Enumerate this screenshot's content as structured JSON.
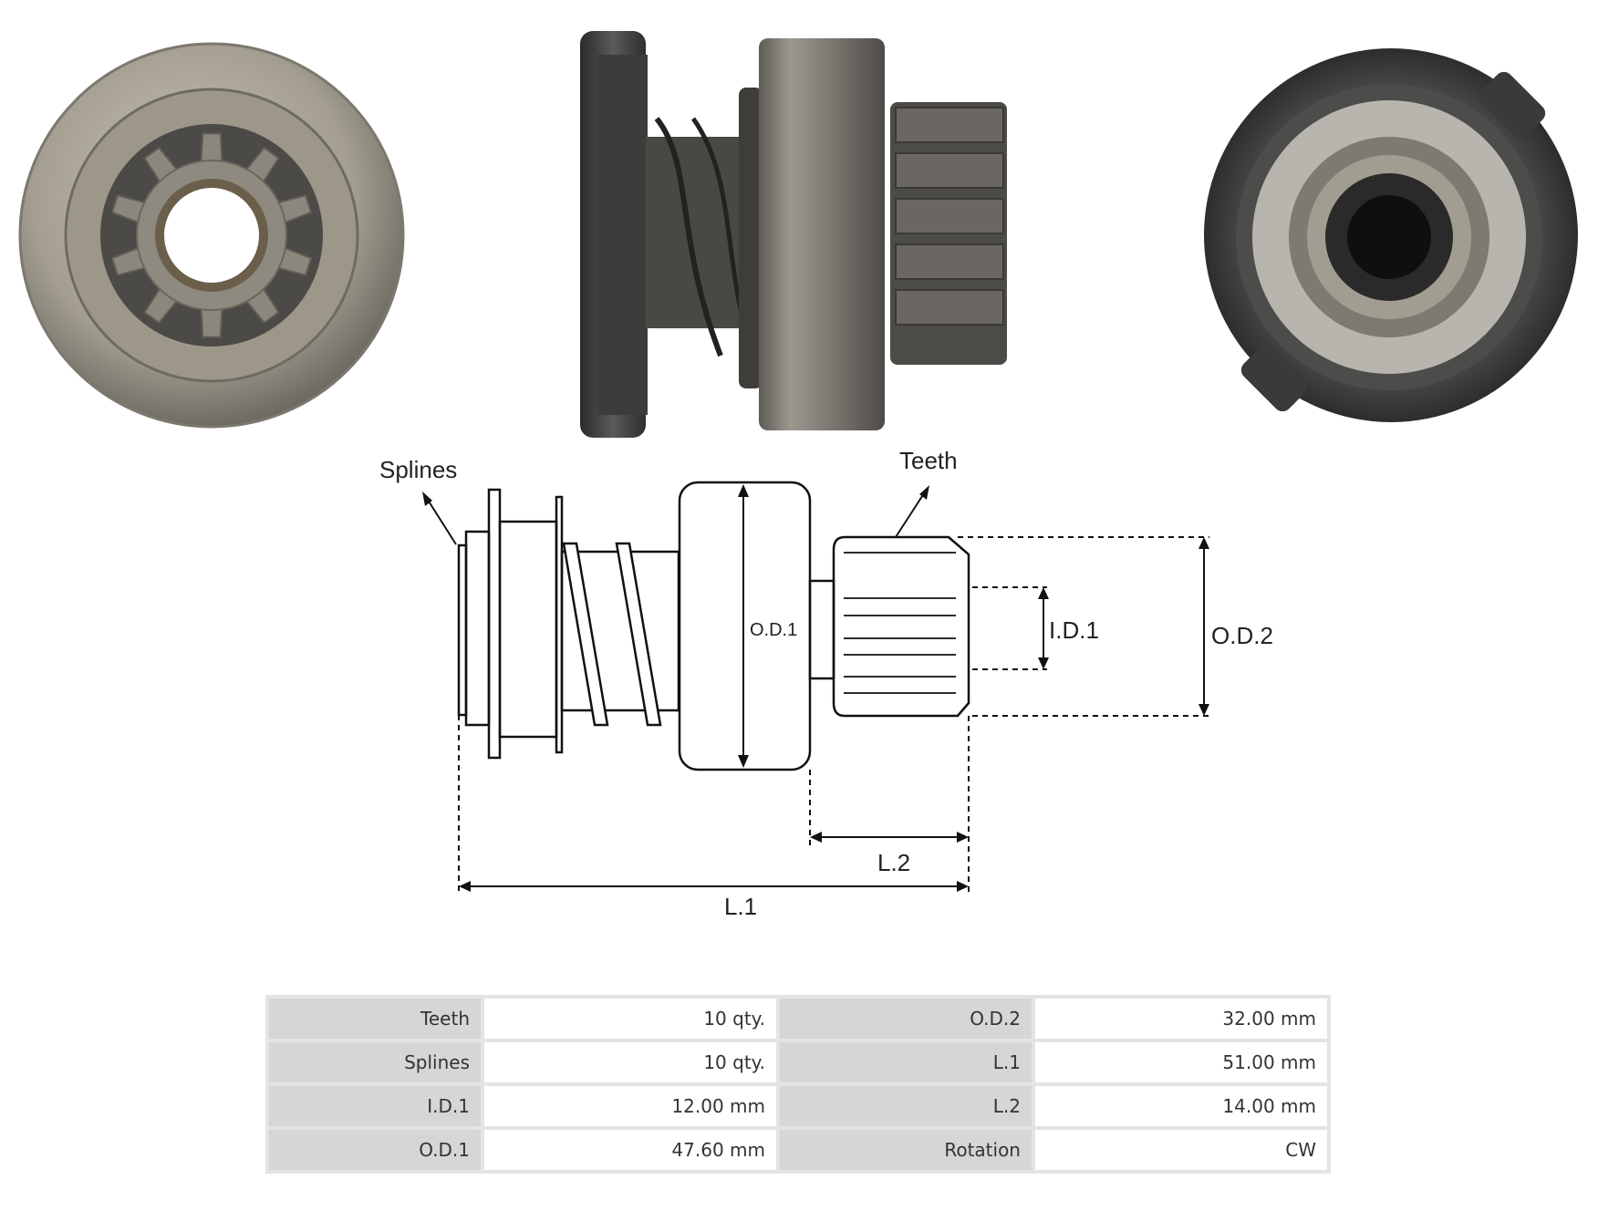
{
  "labels": {
    "splines": "Splines",
    "teeth": "Teeth",
    "od1": "O.D.1",
    "id1": "I.D.1",
    "od2": "O.D.2",
    "l2": "L.2",
    "l1": "L.1"
  },
  "specs": [
    {
      "k1": "Teeth",
      "v1": "10 qty.",
      "k2": "O.D.2",
      "v2": "32.00 mm"
    },
    {
      "k1": "Splines",
      "v1": "10 qty.",
      "k2": "L.1",
      "v2": "51.00 mm"
    },
    {
      "k1": "I.D.1",
      "v1": "12.00 mm",
      "k2": "L.2",
      "v2": "14.00 mm"
    },
    {
      "k1": "O.D.1",
      "v1": "47.60 mm",
      "k2": "Rotation",
      "v2": "CW"
    }
  ]
}
